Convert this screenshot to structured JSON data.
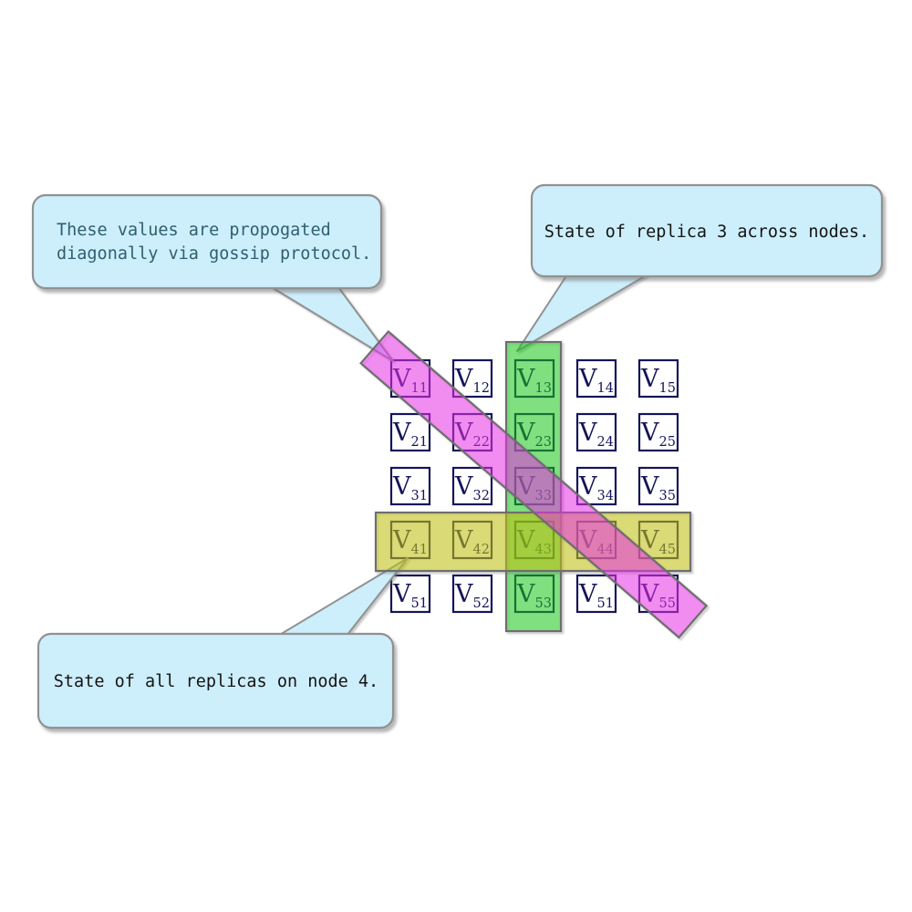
{
  "diagram_title": "Replicated state matrix with gossip propagation highlights",
  "colors": {
    "page_bg": "#ffffff",
    "bubble_fill": "#cdeefb",
    "bubble_stroke": "#919191",
    "band_stroke": "#6e6e6e",
    "green_band_fill": "rgba(0,218,0,0.44)",
    "yellow_band_fill": "rgba(208,208,0,0.48)",
    "magenta_band_fill": "rgba(255,32,255,0.45)",
    "cell_fill": "#ffffff",
    "cell_ink": "#14145a",
    "gossip_text_ink": "#2f5f70",
    "callout_text_ink": "#141414"
  },
  "callouts": {
    "gossip": {
      "line1": "These values are propogated",
      "line2": "diagonally via gossip protocol."
    },
    "replica": {
      "text": "State of replica 3 across nodes."
    },
    "node4": {
      "text": "State of all replicas on node 4."
    }
  },
  "grid": {
    "symbol": "V",
    "rows": 5,
    "cols": 5,
    "subscripts": [
      [
        "11",
        "12",
        "13",
        "14",
        "15"
      ],
      [
        "21",
        "22",
        "23",
        "24",
        "25"
      ],
      [
        "31",
        "32",
        "33",
        "34",
        "35"
      ],
      [
        "41",
        "42",
        "43",
        "44",
        "45"
      ],
      [
        "51",
        "52",
        "53",
        "51",
        "55"
      ]
    ]
  },
  "highlights": {
    "column_band": {
      "meaning": "state of replica 3 across nodes",
      "color_name": "green"
    },
    "row_band": {
      "meaning": "state of all replicas on node 4",
      "color_name": "yellow"
    },
    "diagonal_band": {
      "meaning": "values propagated diagonally via gossip protocol",
      "color_name": "magenta"
    }
  }
}
